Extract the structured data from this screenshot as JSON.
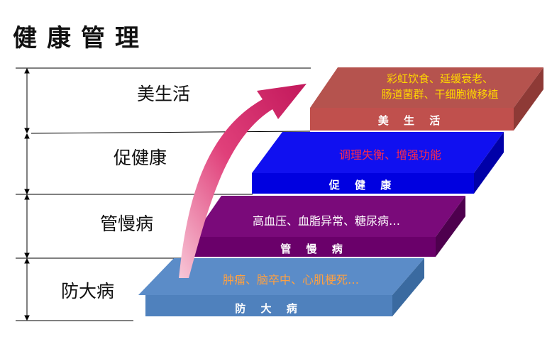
{
  "title": "健康管理",
  "levels": [
    {
      "side_label": "美生活",
      "front_label": "美 生 活",
      "top_text": "彩虹饮食、延缓衰老、\n肠道菌群、干细胞微移植",
      "top_color": "#FFD700",
      "front_color": "#C0504D",
      "top_face_color": "#B5534E"
    },
    {
      "side_label": "促健康",
      "front_label": "促 健 康",
      "top_text": "调理失衡、增强功能",
      "top_color": "#FF2A4A",
      "front_color": "#0000E0",
      "top_face_color": "#1010F0"
    },
    {
      "side_label": "管慢病",
      "front_label": "管 慢 病",
      "top_text": "高血压、血脂异常、糖尿病…",
      "top_color": "#FFFFFF",
      "front_color": "#6A006A",
      "top_face_color": "#7A0A7A"
    },
    {
      "side_label": "防大病",
      "front_label": "防 大 病",
      "top_text": "肿瘤、脑卒中、心肌梗死…",
      "top_color": "#FFA040",
      "front_color": "#4F81BD",
      "top_face_color": "#5B8CC8"
    }
  ],
  "arrow_color": "#D81B60"
}
